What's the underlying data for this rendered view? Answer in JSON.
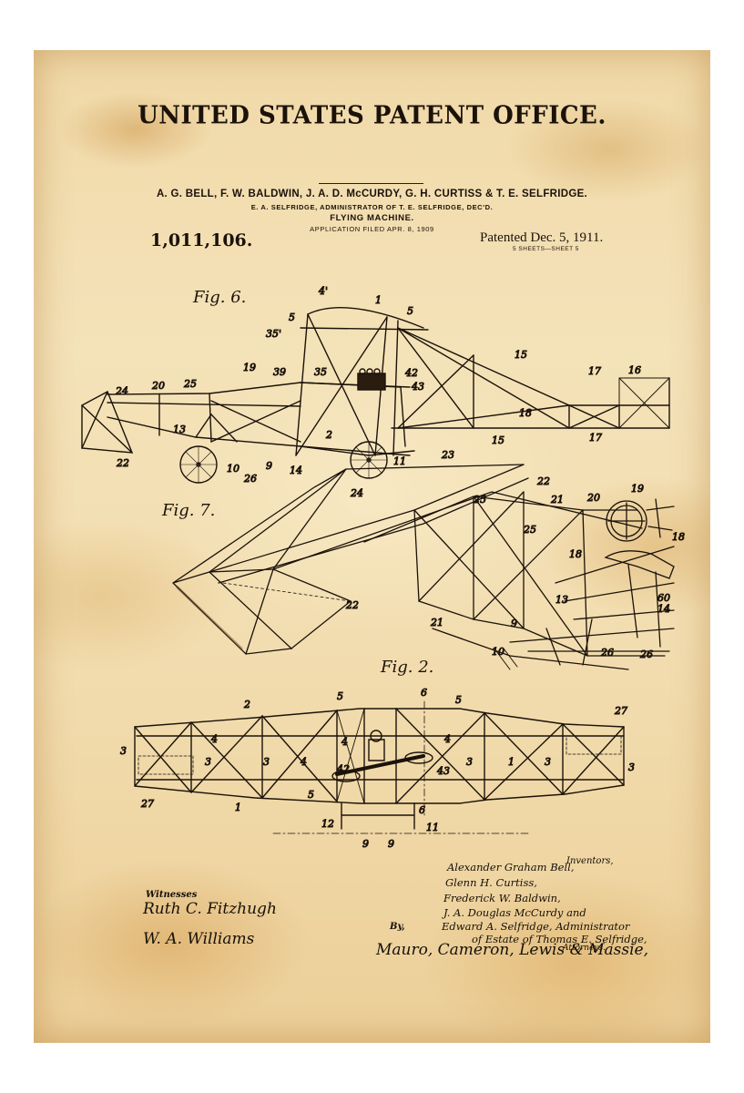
{
  "header": {
    "office": "UNITED STATES PATENT OFFICE.",
    "inventors": "A. G. BELL, F. W. BALDWIN, J. A. D. McCURDY, G. H. CURTISS & T. E. SELFRIDGE.",
    "administrator": "E. A. SELFRIDGE, ADMINISTRATOR OF T. E. SELFRIDGE, DEC'D.",
    "invention": "FLYING MACHINE.",
    "filed": "APPLICATION FILED APR. 8, 1909",
    "patent_number": "1,011,106.",
    "patented": "Patented Dec. 5, 1911.",
    "sheets": "5 SHEETS—SHEET 5"
  },
  "figures": [
    {
      "label": "Fig. 6.",
      "refs": [
        "1",
        "2",
        "4'",
        "5",
        "5",
        "9",
        "10",
        "11",
        "13",
        "14",
        "15",
        "15",
        "16",
        "17",
        "17",
        "18",
        "19",
        "20",
        "22",
        "24",
        "25",
        "26",
        "35",
        "35'",
        "39",
        "42",
        "43"
      ]
    },
    {
      "label": "Fig. 7.",
      "refs": [
        "9",
        "10",
        "13",
        "14",
        "18",
        "18",
        "19",
        "20",
        "21",
        "21",
        "22",
        "22",
        "23",
        "24",
        "25",
        "25",
        "26",
        "26",
        "60"
      ]
    },
    {
      "label": "Fig. 2.",
      "refs": [
        "1",
        "2",
        "3",
        "3",
        "3",
        "3",
        "3",
        "3",
        "4",
        "4",
        "4",
        "4",
        "5",
        "5",
        "5",
        "6",
        "6",
        "9",
        "9",
        "11",
        "12",
        "27",
        "27",
        "42",
        "43"
      ]
    }
  ],
  "signatures": {
    "witnesses_label": "Witnesses",
    "witnesses": [
      "Ruth C. Fitzhugh",
      "W. A. Williams"
    ],
    "inventors_label": "Inventors,",
    "inventors": [
      "Alexander Graham Bell,",
      "Glenn H. Curtiss,",
      "Frederick W. Baldwin,",
      "J. A. Douglas McCurdy and",
      "Edward A. Selfridge, Administrator",
      "of Estate of Thomas E. Selfridge,"
    ],
    "by_label": "By,",
    "attorneys": "Mauro, Cameron, Lewis & Massie,",
    "attorneys_label": "Attorneys."
  }
}
